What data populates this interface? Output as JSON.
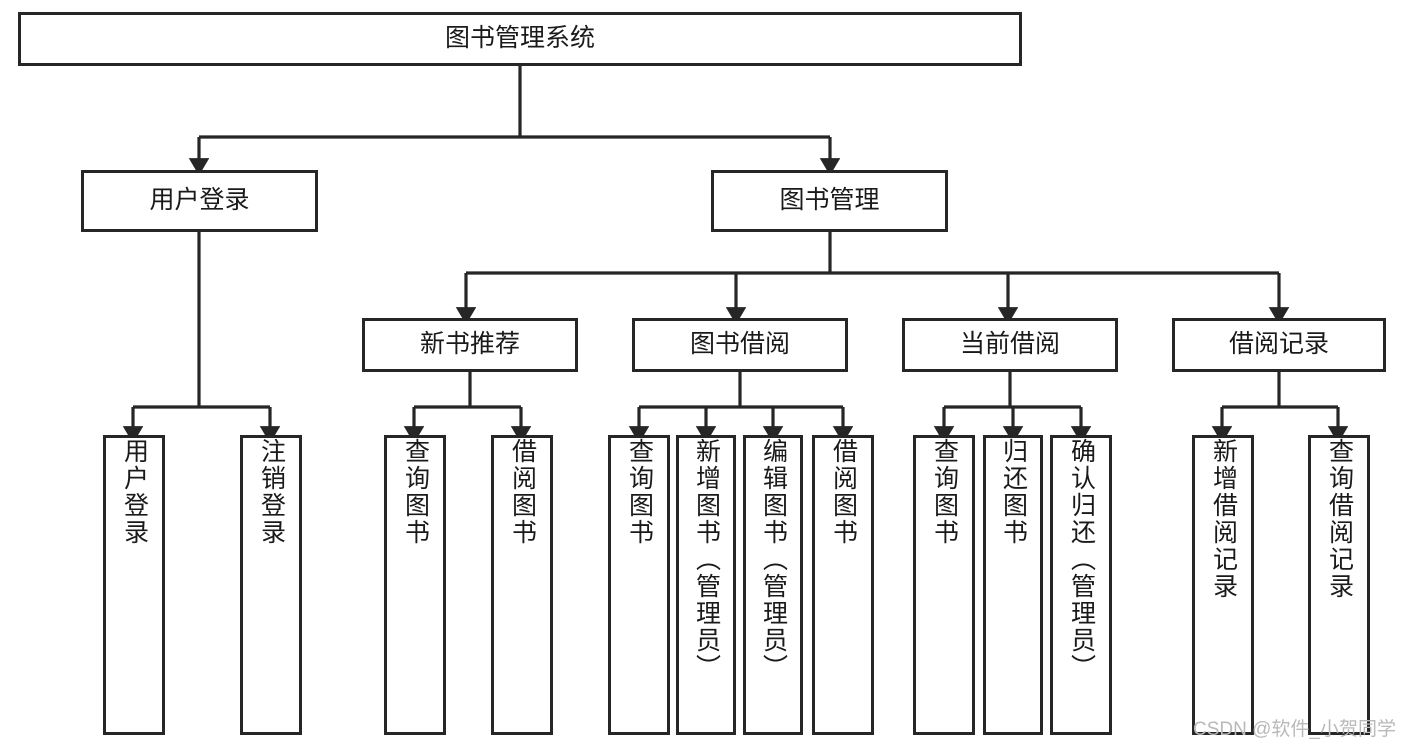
{
  "diagram": {
    "title": "图书管理系统",
    "watermark": "CSDN @软件_小贺同学",
    "type": "tree-hierarchy-diagram",
    "colors": {
      "stroke": "#262626",
      "fill": "#ffffff",
      "text": "#1a1a1a",
      "watermark": "#b9b9b9"
    },
    "root": {
      "label": "图书管理系统"
    },
    "level2": [
      {
        "label": "用户登录"
      },
      {
        "label": "图书管理"
      }
    ],
    "level3": [
      {
        "label": "新书推荐"
      },
      {
        "label": "图书借阅"
      },
      {
        "label": "当前借阅"
      },
      {
        "label": "借阅记录"
      }
    ],
    "leaves": {
      "user_login": [
        {
          "label": "用户登录"
        },
        {
          "label": "注销登录"
        }
      ],
      "new_book_recommend": [
        {
          "label": "查询图书"
        },
        {
          "label": "借阅图书"
        }
      ],
      "book_borrow": [
        {
          "label": "查询图书"
        },
        {
          "label": "新增图书（管理员）"
        },
        {
          "label": "编辑图书（管理员）"
        },
        {
          "label": "借阅图书"
        }
      ],
      "current_borrow": [
        {
          "label": "查询图书"
        },
        {
          "label": "归还图书"
        },
        {
          "label": "确认归还（管理员）"
        }
      ],
      "borrow_records": [
        {
          "label": "新增借阅记录"
        },
        {
          "label": "查询借阅记录"
        }
      ]
    }
  }
}
